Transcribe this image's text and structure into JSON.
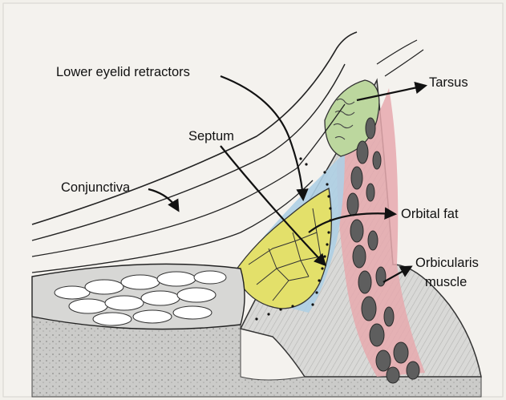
{
  "labels": {
    "lower_eyelid_retractors": "Lower eyelid retractors",
    "septum": "Septum",
    "conjunctiva": "Conjunctiva",
    "tarsus": "Tarsus",
    "orbital_fat": "Orbital fat",
    "orbicularis_line1": "Orbicularis",
    "orbicularis_line2": "muscle"
  },
  "colors": {
    "paper": "#f2f0eb",
    "tarsus_green": "#b9d59a",
    "orbicularis_pink": "#e7a8ad",
    "septum_blue": "#a9cde4",
    "fat_yellow": "#e6e46a",
    "muscle_gray": "#6a6a6a",
    "tissue_gray": "#cfcfcf"
  }
}
